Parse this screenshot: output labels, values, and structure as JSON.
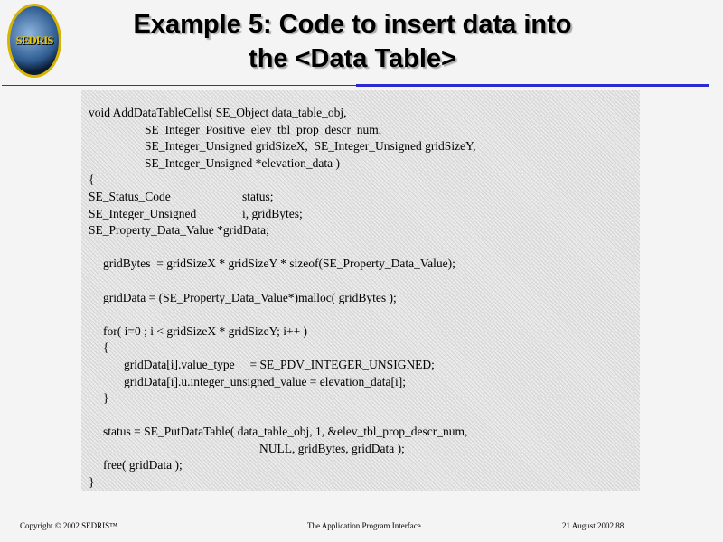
{
  "logo": {
    "text": "SEDRIS"
  },
  "title": {
    "line1": "Example 5: Code to insert data into",
    "line2": "the <Data Table>"
  },
  "code": {
    "l1": "void AddDataTableCells( SE_Object data_table_obj,",
    "l2": "SE_Integer_Positive  elev_tbl_prop_descr_num,",
    "l3": "SE_Integer_Unsigned gridSizeX,  SE_Integer_Unsigned gridSizeY,",
    "l4": "SE_Integer_Unsigned *elevation_data )",
    "l5": "{",
    "l6a": "SE_Status_Code",
    "l6b": "status;",
    "l7a": "SE_Integer_Unsigned",
    "l7b": "i, gridBytes;",
    "l8": "SE_Property_Data_Value *gridData;",
    "l10": "gridBytes  = gridSizeX * gridSizeY * sizeof(SE_Property_Data_Value);",
    "l12": "gridData = (SE_Property_Data_Value*)malloc( gridBytes );",
    "l14": "for( i=0 ; i < gridSizeX * gridSizeY; i++ )",
    "l15": "{",
    "l16": "gridData[i].value_type     = SE_PDV_INTEGER_UNSIGNED;",
    "l17": "gridData[i].u.integer_unsigned_value = elevation_data[i];",
    "l18": "}",
    "l20": "status = SE_PutDataTable( data_table_obj, 1, &elev_tbl_prop_descr_num,",
    "l21": "NULL, gridBytes, gridData );",
    "l22": "free( gridData );",
    "l23": "}"
  },
  "footer": {
    "copyright": "Copyright © 2002 SEDRIS™",
    "center": "The Application Program Interface",
    "date": "21 August 2002 88"
  }
}
